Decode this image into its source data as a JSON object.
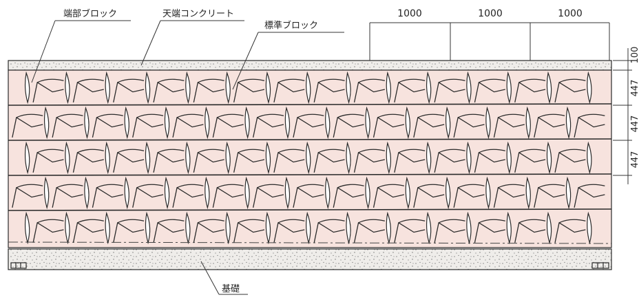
{
  "labels": {
    "end_block": "端部ブロック",
    "top_concrete": "天端コンクリート",
    "standard_block": "標準ブロック",
    "foundation": "基礎"
  },
  "dimensions": {
    "horizontal": [
      "1000",
      "1000",
      "1000"
    ],
    "vertical": [
      "100",
      "447",
      "447",
      "447"
    ]
  },
  "colors": {
    "block_fill": "#f7e3de",
    "concrete_fill": "#efedea",
    "outline": "#2a2a2a"
  }
}
